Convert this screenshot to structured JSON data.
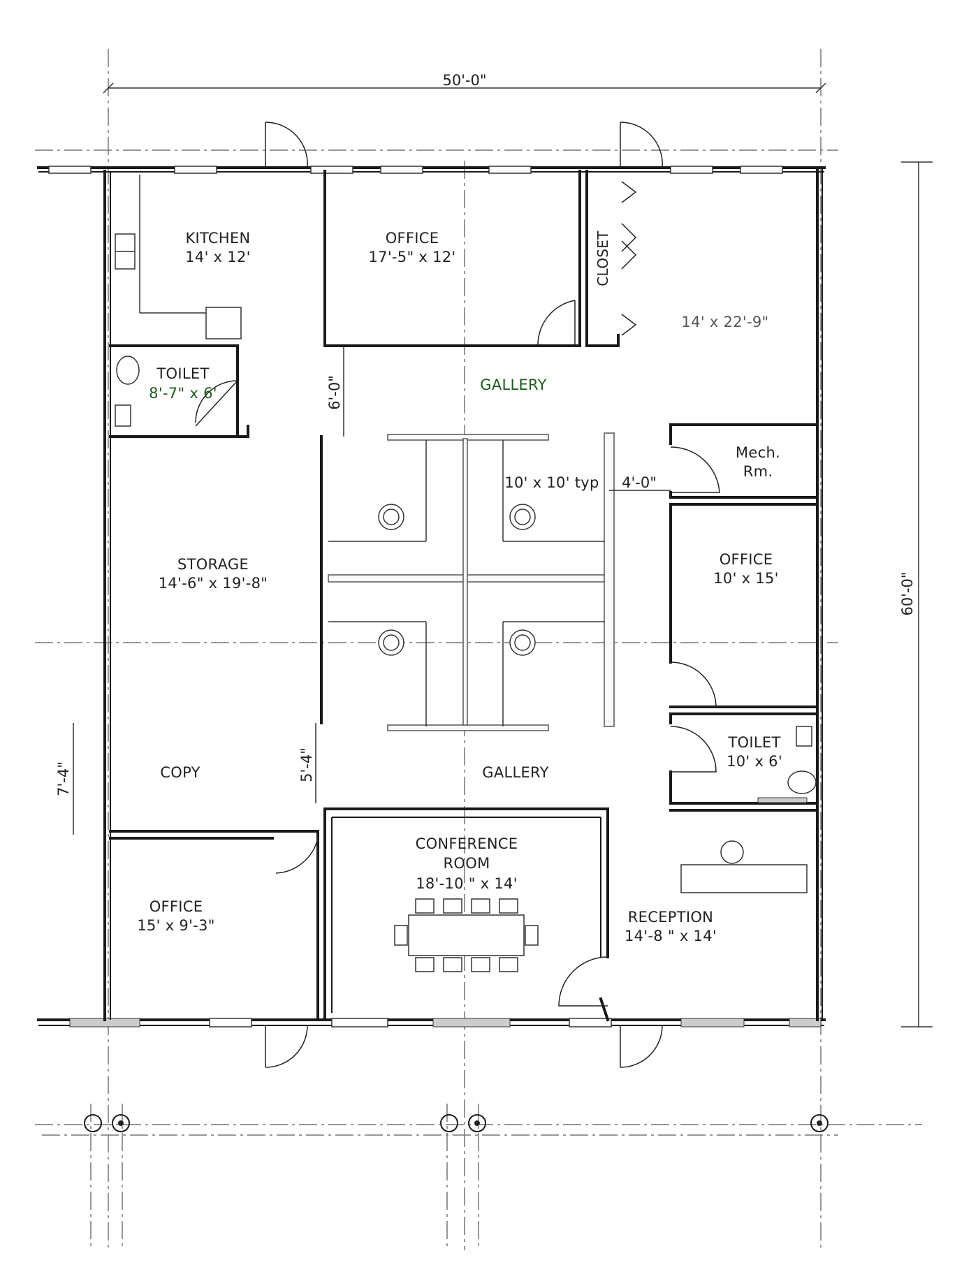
{
  "plan": {
    "overall_width_dim": "50'-0\"",
    "overall_depth_dim": "60'-0\"",
    "rooms": [
      {
        "name": "KITCHEN",
        "size": "14' x 12'"
      },
      {
        "name": "OFFICE",
        "size": "17'-5\" x 12'"
      },
      {
        "name": "CLOSET",
        "size": ""
      },
      {
        "name": "",
        "size": "14' x 22'-9\""
      },
      {
        "name": "TOILET",
        "size": "8'-7\" x 6'"
      },
      {
        "name": "GALLERY",
        "size": ""
      },
      {
        "name": "Mech.",
        "size": "Rm."
      },
      {
        "name": "STORAGE",
        "size": "14'-6\" x 19'-8\""
      },
      {
        "name": "OFFICE",
        "size": "10' x 15'"
      },
      {
        "name": "TOILET",
        "size": "10' x 6'"
      },
      {
        "name": "COPY",
        "size": ""
      },
      {
        "name": "GALLERY",
        "size": ""
      },
      {
        "name": "CONFERENCE",
        "size": "ROOM"
      },
      {
        "name": "18'-10 \" x 14'",
        "size": ""
      },
      {
        "name": "OFFICE",
        "size": "15' x 9'-3\""
      },
      {
        "name": "RECEPTION",
        "size": "14'-8 \" x 14'"
      }
    ],
    "cubicle_note": "10' x 10' typ",
    "dims": {
      "gallery_depth": "6'-0\"",
      "aisle_width": "4'-0\"",
      "lower_gallery": "5'-4\"",
      "copy_width": "7'-4\""
    }
  }
}
